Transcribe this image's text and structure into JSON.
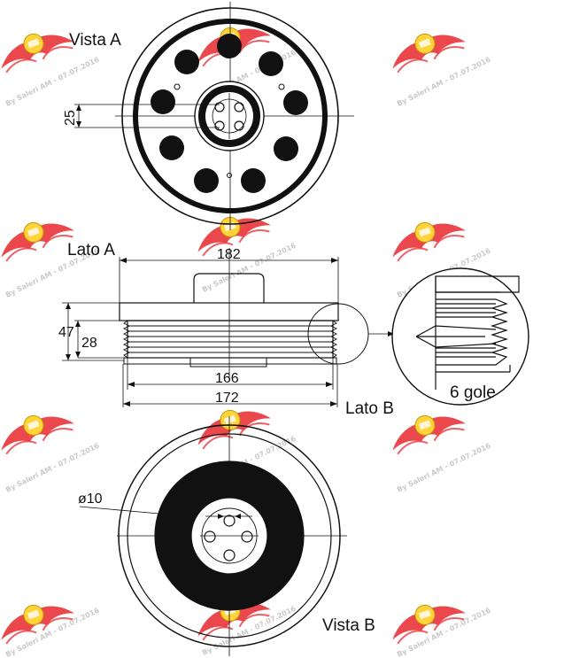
{
  "views": {
    "vista_a": "Vista A",
    "lato_a": "Lato A",
    "lato_b": "Lato B",
    "vista_b": "Vista B"
  },
  "dimensions": {
    "d25": "25",
    "d182": "182",
    "d47": "47",
    "d28": "28",
    "d166": "166",
    "d172": "172",
    "d10": "ø10"
  },
  "detail": {
    "grooves": "6 gole"
  },
  "watermark": {
    "text": "By Saleri AM - 07.07.2016",
    "color": "#e8383d"
  }
}
